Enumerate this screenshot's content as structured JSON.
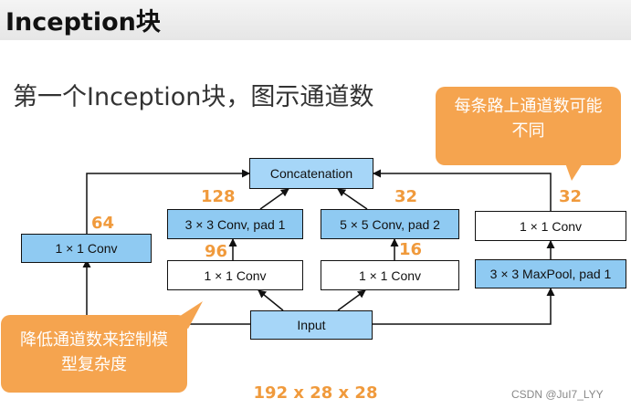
{
  "title": "Inception块",
  "subtitle": "第一个Inception块，图示通道数",
  "nodes": {
    "concat": "Concatenation",
    "b1_conv": "1 × 1 Conv",
    "b2_conv1": "1 × 1 Conv",
    "b2_conv3": "3 × 3 Conv, pad 1",
    "b3_conv1": "1 × 1 Conv",
    "b3_conv5": "5 × 5 Conv, pad 2",
    "b4_pool": "3 × 3 MaxPool, pad 1",
    "b4_conv": "1 × 1 Conv",
    "input": "Input"
  },
  "channels": {
    "b1_out": "64",
    "b2_mid": "96",
    "b2_out": "128",
    "b3_mid": "16",
    "b3_out": "32",
    "b4_out": "32"
  },
  "callouts": {
    "right": "每条路上通道数可能不同",
    "left": "降低通道数来控制模型复杂度"
  },
  "input_dims": "192 x 28 x 28",
  "watermark": "CSDN @JuI7_LYY",
  "colors": {
    "box_blue": "#8fcaf2",
    "number_orange": "#f09a3c",
    "callout_orange": "#f5a44f"
  }
}
